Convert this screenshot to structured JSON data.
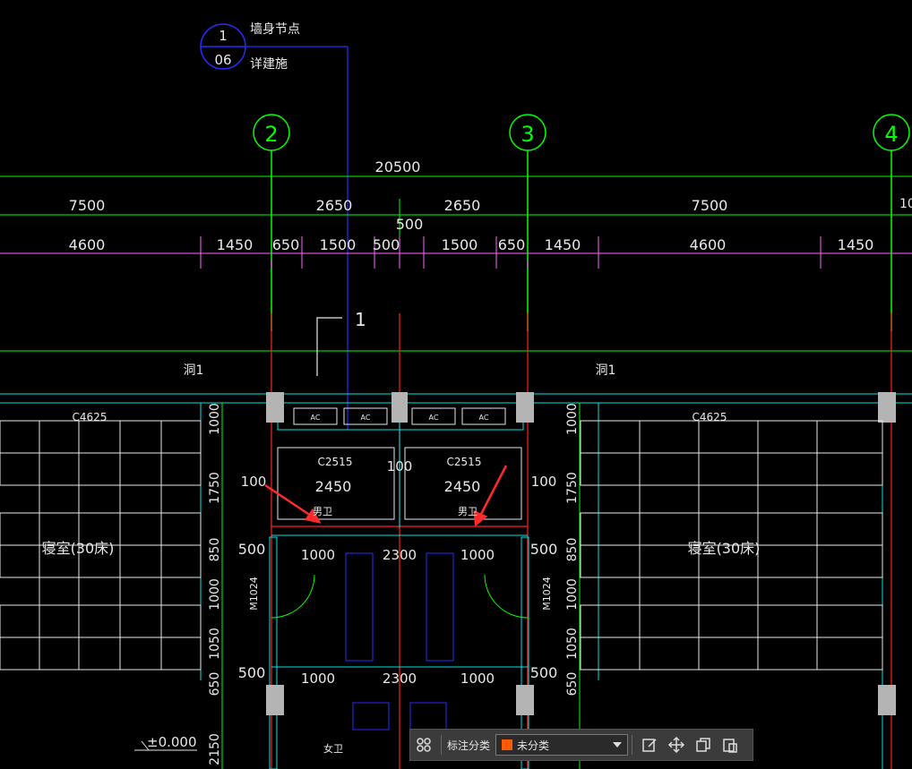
{
  "drawing": {
    "callout": {
      "top_number": "1",
      "bottom_number": "06",
      "label_top": "墙身节点",
      "label_bottom": "详建施"
    },
    "grid_axes": [
      "2",
      "3",
      "4"
    ],
    "section_mark": "1",
    "dimension_rows": {
      "overall": [
        "20500"
      ],
      "second": [
        "7500",
        "2650",
        "2650",
        "7500",
        "10"
      ],
      "offset_note": "500",
      "third": [
        "4600",
        "1450",
        "650",
        "1500",
        "500",
        "1500",
        "650",
        "1450",
        "4600",
        "1450"
      ]
    },
    "room_labels": [
      "洞1",
      "洞1",
      "C4625",
      "C4625",
      "寝室(30床)",
      "寝室(30床)",
      "C2515",
      "C2515",
      "男卫",
      "男卫",
      "女卫"
    ],
    "inner_dims": [
      "100",
      "100",
      "100",
      "2450",
      "2450",
      "500",
      "500",
      "1000",
      "2300",
      "1000",
      "500",
      "500",
      "1000",
      "2300",
      "1000"
    ],
    "vertical_dims": [
      "1000",
      "1750",
      "850",
      "1000",
      "1050",
      "650",
      "2150",
      "1000",
      "1750",
      "850",
      "1000",
      "1050",
      "650"
    ],
    "door_tags": [
      "M1024",
      "M1024"
    ],
    "ac_labels": [
      "AC",
      "AC",
      "AC",
      "AC"
    ],
    "elevation": "±0.000",
    "colors": {
      "green": "#00ff00",
      "magenta": "#ff66ff",
      "blue": "#2a2aff",
      "red": "#ff2020",
      "cyan": "#00e5e5",
      "white": "#e8e8e8",
      "yellow": "#ffff00"
    }
  },
  "toolbar": {
    "label": "标注分类",
    "category_value": "未分类",
    "category_color": "#ff5a00",
    "icons": [
      "grid-icon",
      "edit-icon",
      "move-icon",
      "copy-icon",
      "paste-icon"
    ]
  }
}
